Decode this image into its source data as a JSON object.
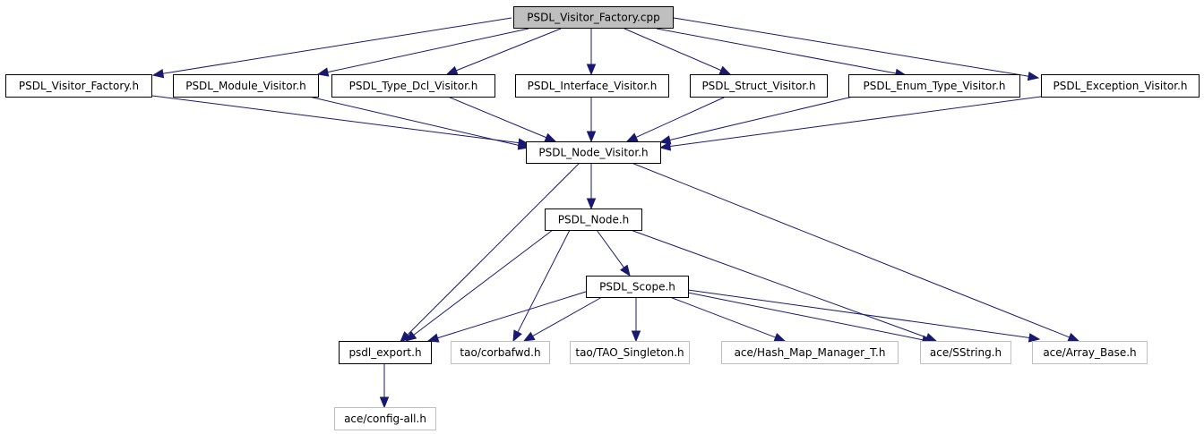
{
  "diagram": {
    "title": "PSDL_Visitor_Factory.cpp include dependency graph",
    "colors": {
      "edge": "#191970",
      "root_fill": "#bfbfbf",
      "documented_border": "#000000",
      "external_border": "#bfbfbf",
      "node_fill": "#ffffff"
    },
    "nodes": [
      {
        "id": "root",
        "label": "PSDL_Visitor_Factory.cpp",
        "kind": "root"
      },
      {
        "id": "vf_h",
        "label": "PSDL_Visitor_Factory.h",
        "kind": "documented"
      },
      {
        "id": "module",
        "label": "PSDL_Module_Visitor.h",
        "kind": "documented"
      },
      {
        "id": "typedcl",
        "label": "PSDL_Type_Dcl_Visitor.h",
        "kind": "documented"
      },
      {
        "id": "iface",
        "label": "PSDL_Interface_Visitor.h",
        "kind": "documented"
      },
      {
        "id": "struct",
        "label": "PSDL_Struct_Visitor.h",
        "kind": "documented"
      },
      {
        "id": "enum",
        "label": "PSDL_Enum_Type_Visitor.h",
        "kind": "documented"
      },
      {
        "id": "exc",
        "label": "PSDL_Exception_Visitor.h",
        "kind": "documented"
      },
      {
        "id": "nodevis",
        "label": "PSDL_Node_Visitor.h",
        "kind": "documented"
      },
      {
        "id": "node",
        "label": "PSDL_Node.h",
        "kind": "documented"
      },
      {
        "id": "scope",
        "label": "PSDL_Scope.h",
        "kind": "documented"
      },
      {
        "id": "export",
        "label": "psdl_export.h",
        "kind": "documented"
      },
      {
        "id": "corbafwd",
        "label": "tao/corbafwd.h",
        "kind": "external"
      },
      {
        "id": "singleton",
        "label": "tao/TAO_Singleton.h",
        "kind": "external"
      },
      {
        "id": "hashmap",
        "label": "ace/Hash_Map_Manager_T.h",
        "kind": "external"
      },
      {
        "id": "sstring",
        "label": "ace/SString.h",
        "kind": "external"
      },
      {
        "id": "arraybase",
        "label": "ace/Array_Base.h",
        "kind": "external"
      },
      {
        "id": "configall",
        "label": "ace/config-all.h",
        "kind": "external"
      }
    ],
    "edges": [
      {
        "from": "root",
        "to": "vf_h"
      },
      {
        "from": "root",
        "to": "module"
      },
      {
        "from": "root",
        "to": "typedcl"
      },
      {
        "from": "root",
        "to": "iface"
      },
      {
        "from": "root",
        "to": "struct"
      },
      {
        "from": "root",
        "to": "enum"
      },
      {
        "from": "root",
        "to": "exc"
      },
      {
        "from": "vf_h",
        "to": "nodevis"
      },
      {
        "from": "module",
        "to": "nodevis"
      },
      {
        "from": "typedcl",
        "to": "nodevis"
      },
      {
        "from": "iface",
        "to": "nodevis"
      },
      {
        "from": "struct",
        "to": "nodevis"
      },
      {
        "from": "enum",
        "to": "nodevis"
      },
      {
        "from": "exc",
        "to": "nodevis"
      },
      {
        "from": "nodevis",
        "to": "node"
      },
      {
        "from": "nodevis",
        "to": "export"
      },
      {
        "from": "nodevis",
        "to": "arraybase"
      },
      {
        "from": "node",
        "to": "export"
      },
      {
        "from": "node",
        "to": "corbafwd"
      },
      {
        "from": "node",
        "to": "scope"
      },
      {
        "from": "node",
        "to": "sstring"
      },
      {
        "from": "scope",
        "to": "export"
      },
      {
        "from": "scope",
        "to": "corbafwd"
      },
      {
        "from": "scope",
        "to": "singleton"
      },
      {
        "from": "scope",
        "to": "hashmap"
      },
      {
        "from": "scope",
        "to": "sstring"
      },
      {
        "from": "scope",
        "to": "arraybase"
      },
      {
        "from": "export",
        "to": "configall"
      }
    ]
  }
}
